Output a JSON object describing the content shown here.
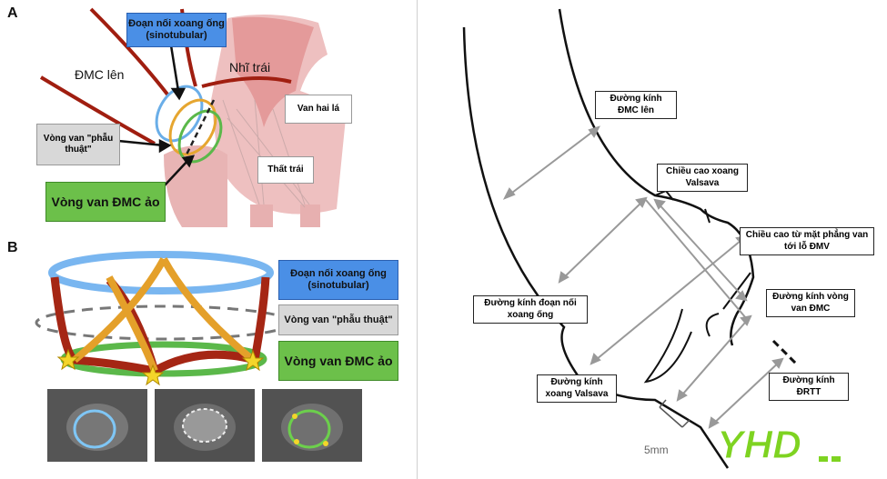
{
  "panel_a": {
    "letter": "A",
    "label_stj": "Đoạn nối xoang ống (sinotubular)",
    "label_asc_aorta": "ĐMC lên",
    "label_left_atrium": "Nhĩ trái",
    "label_mitral": "Van hai lá",
    "label_surgical_ring": "Vòng van \"phẫu thuật\"",
    "label_lv": "Thất trái",
    "label_virtual": "Vòng van ĐMC ảo"
  },
  "panel_b": {
    "letter": "B",
    "label_stj": "Đoạn nối xoang ống (sinotubular)",
    "label_surgical_ring": "Vòng van \"phẫu thuật\"",
    "label_virtual": "Vòng van ĐMC ảo"
  },
  "right_panel": {
    "label_asc_diameter": "Đường kính ĐMC lên",
    "label_valsalva_height": "Chiều cao xoang Valsava",
    "label_coronary_height": "Chiều cao từ mặt phẳng van tới lỗ ĐMV",
    "label_stj_diameter": "Đường kính đoạn nối xoang ống",
    "label_annulus_diameter": "Đường kính vòng van ĐMC",
    "label_valsalva_diameter": "Đường kính xoang Valsava",
    "label_lvot_diameter": "Đường kính ĐRTT",
    "scale_label": "5mm"
  },
  "logo": {
    "text": "YHD"
  },
  "colors": {
    "blue_box": "#4a8fe6",
    "green_box": "#6cc04a",
    "gray_box": "#d8d8d8",
    "aorta_red": "#a01e10",
    "tissue_pink": "#e8a6a6"
  }
}
